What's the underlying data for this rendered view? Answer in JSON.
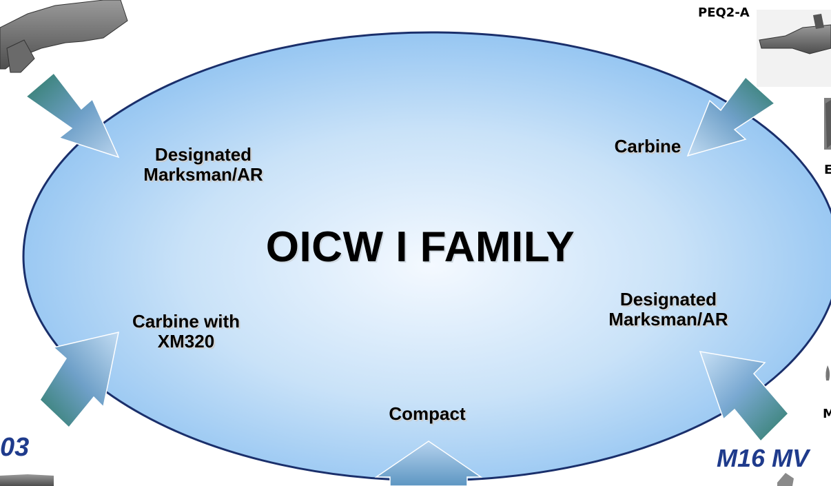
{
  "diagram": {
    "center_title": "OICW I FAMILY",
    "roles": [
      {
        "id": "designated-marksman-left",
        "text": "Designated\nMarksman/AR"
      },
      {
        "id": "carbine",
        "text": "Carbine"
      },
      {
        "id": "carbine-xm320",
        "text": "Carbine with\nXM320"
      },
      {
        "id": "designated-marksman-right",
        "text": "Designated\nMarksman/AR"
      },
      {
        "id": "compact",
        "text": "Compact"
      }
    ],
    "edge_labels": {
      "peq2a": "PEQ2-A",
      "left_weapon_partial": "03",
      "right_weapon_partial": "M16 MV",
      "right_fragment_top": "E",
      "right_fragment_bottom": "M"
    },
    "colors": {
      "ellipse_outline": "#1a2f6b",
      "ellipse_center": "#f4f9ff",
      "ellipse_edge": "#8fc2f1",
      "arrow_light": "#b9d4ee",
      "arrow_mid": "#6fa0c8",
      "arrow_dark": "#2f7c68",
      "weapon_label_blue": "#1f3b8c"
    }
  }
}
